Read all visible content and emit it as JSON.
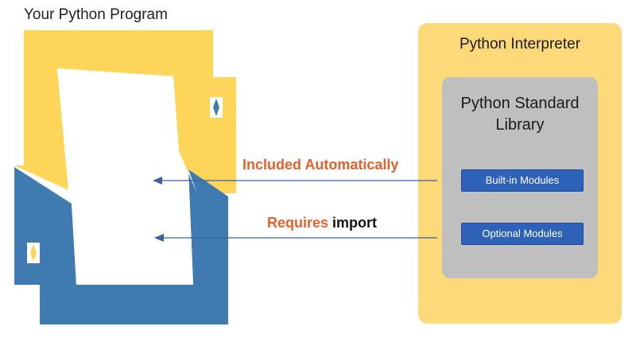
{
  "program": {
    "title": "Your Python Program"
  },
  "interpreter": {
    "title": "Python Interpreter",
    "stdlib": {
      "title": "Python Standard\nLibrary",
      "modules": {
        "builtin": "Built-in Modules",
        "optional": "Optional Modules"
      }
    }
  },
  "arrows": {
    "included_label": "Included Automatically",
    "requires_word": "Requires",
    "import_word": "import"
  },
  "colors": {
    "python_yellow": "#fdd659",
    "python_blue": "#3f7bb0",
    "interpreter_bg": "#fdd97a",
    "stdlib_bg": "#bfbfbf",
    "module_blue": "#2d62b8",
    "label_orange": "#e3622c",
    "arrow_blue": "#3a5f9e"
  }
}
